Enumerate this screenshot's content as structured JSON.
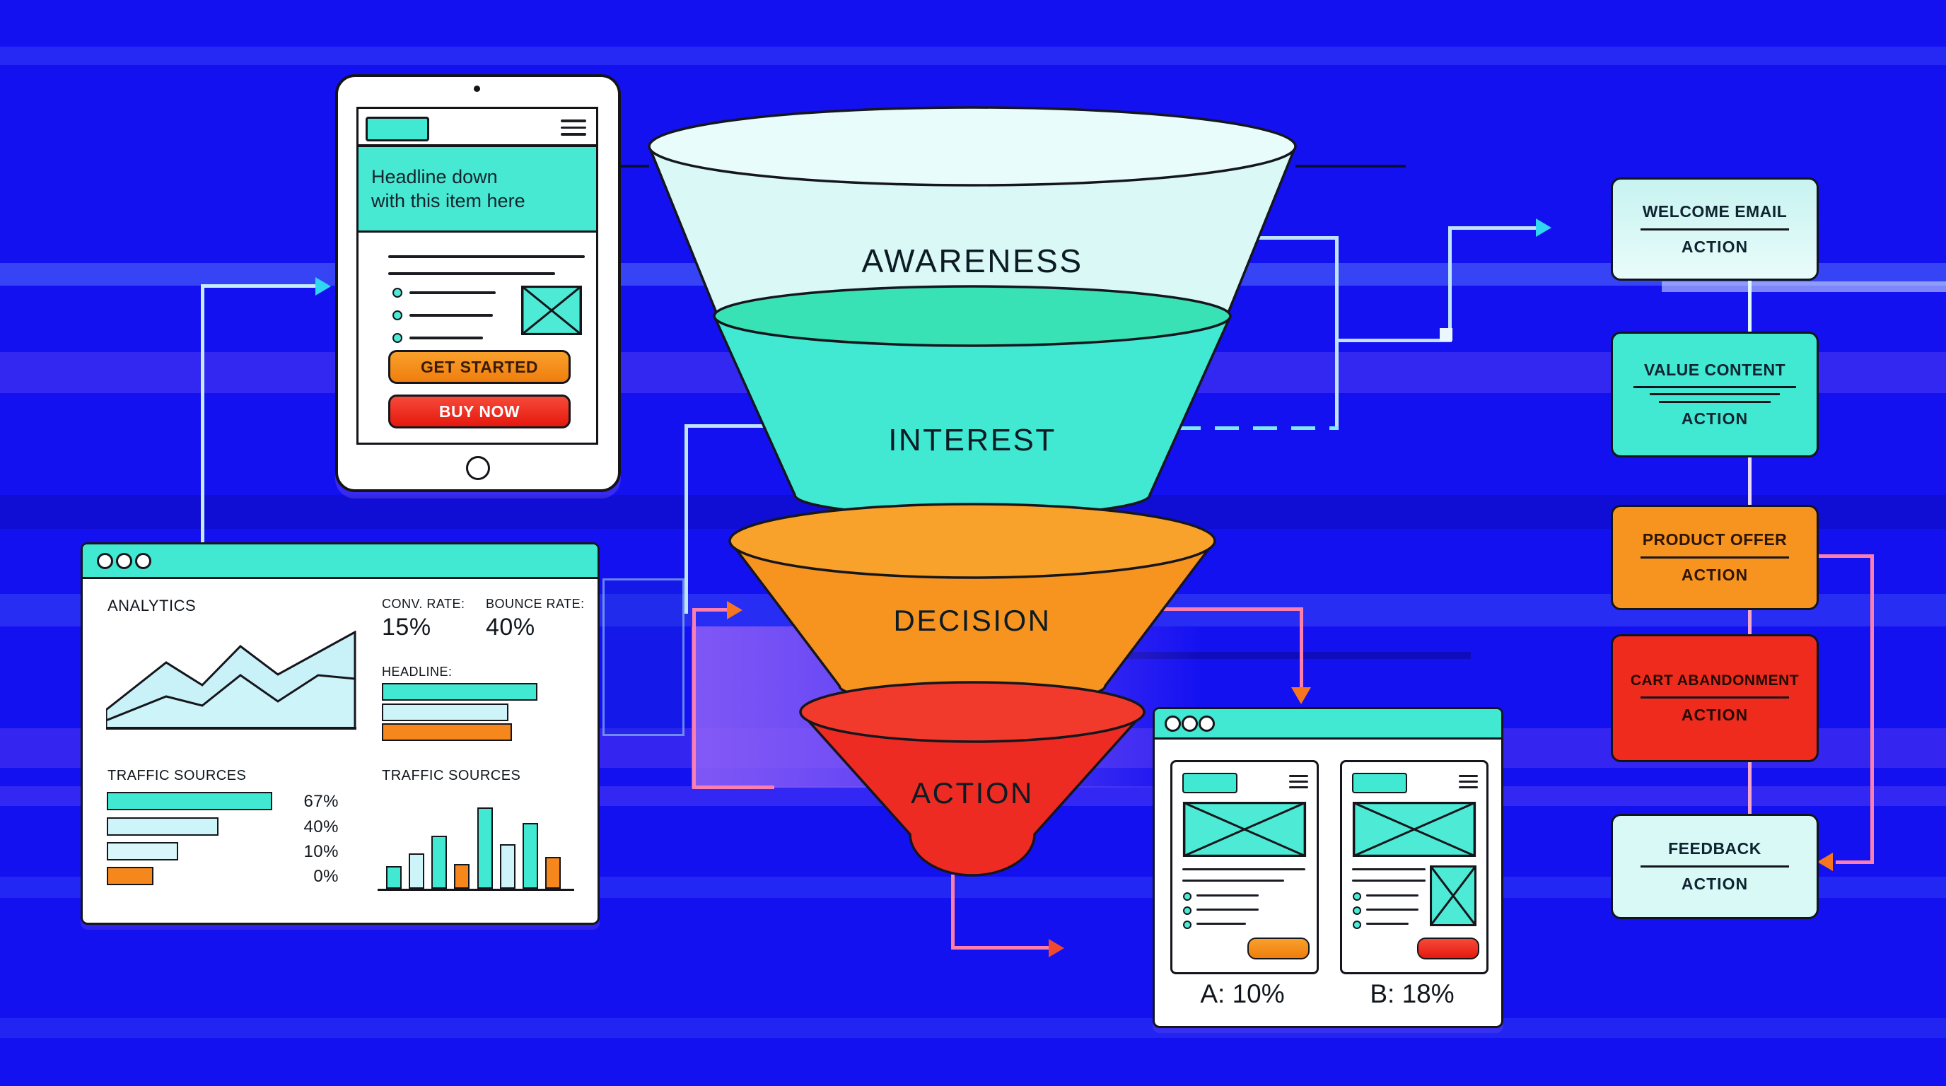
{
  "background": {
    "color": "#1411f1",
    "accent_purple_band": "#8c5ff6"
  },
  "palette": {
    "teal": "#41e8d2",
    "pale_cyan": "#d9f8f6",
    "orange": "#f7941f",
    "red": "#ee2b1c",
    "pink_connector": "#fb7fae",
    "cyan_connector": "#2fd8f0"
  },
  "tablet": {
    "hero_line1": "Headline down",
    "hero_line2": "with this item here",
    "get_started": "GET STARTED",
    "buy_now": "BUY NOW"
  },
  "funnel": {
    "stages": [
      {
        "label": "AWARENESS",
        "color": "#d9f8f6"
      },
      {
        "label": "INTEREST",
        "color": "#41e8d2"
      },
      {
        "label": "DECISION",
        "color": "#f7941f"
      },
      {
        "label": "ACTION",
        "color": "#ee2b22"
      }
    ]
  },
  "analytics": {
    "title": "ANALYTICS",
    "conv_rate_label": "CONV. RATE:",
    "conv_rate_value": "15%",
    "bounce_rate_label": "BOUNCE RATE:",
    "bounce_rate_value": "40%",
    "headline_label": "HEADLINE:",
    "traffic_sources_label": "TRAFFIC SOURCES",
    "traffic_sources_label_right": "TRAFFIC SOURCES",
    "source_bars": [
      {
        "value": "67%"
      },
      {
        "value": "40%"
      },
      {
        "value": "10%"
      },
      {
        "value": "0%"
      }
    ],
    "bar_chart_values": [
      32,
      50,
      75,
      35,
      115,
      63,
      93,
      45
    ]
  },
  "ab_test": {
    "variant_a": "A: 10%",
    "variant_b": "B: 18%"
  },
  "email_flow": {
    "cards": [
      {
        "title": "WELCOME EMAIL",
        "action": "ACTION",
        "color": "#cdf6f2"
      },
      {
        "title": "VALUE CONTENT",
        "action": "ACTION",
        "color": "#41e8d2"
      },
      {
        "title": "PRODUCT OFFER",
        "action": "ACTION",
        "color": "#f7941f"
      },
      {
        "title": "CART ABANDONMENT",
        "action": "ACTION",
        "color": "#ee2b1c"
      },
      {
        "title": "FEEDBACK",
        "action": "ACTION",
        "color": "#d9f9f7"
      }
    ]
  }
}
